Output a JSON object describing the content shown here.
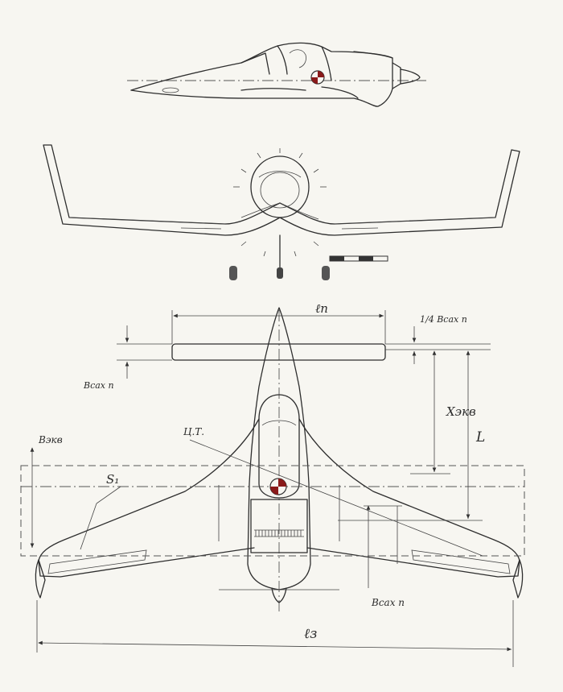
{
  "views": {
    "side": "side-view",
    "front": "front-view",
    "top": "top-view"
  },
  "labels": {
    "tail_span": "ℓп",
    "quarter_chord_offset": "1/4 Bсах п",
    "tail_mac": "Bсах п",
    "equiv_arm": "Xэкв",
    "length": "L",
    "equiv_chord": "Bэкв",
    "cg": "Ц.Т.",
    "area": "S₁",
    "wing_mac": "Bсах п",
    "wing_span": "ℓз"
  },
  "colors": {
    "ink": "#2e2e2e",
    "paper": "#f7f6f1",
    "cg_marker": "#8a1a1a"
  }
}
